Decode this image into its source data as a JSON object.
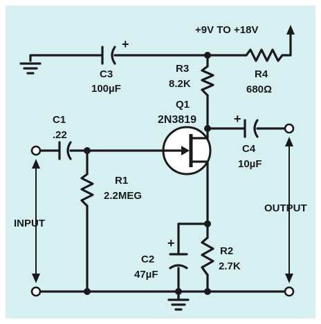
{
  "supply": {
    "label": "+9V TO +18V"
  },
  "components": {
    "c1": {
      "ref": "C1",
      "value": ".22"
    },
    "c2": {
      "ref": "C2",
      "value": "47µF"
    },
    "c3": {
      "ref": "C3",
      "value": "100µF"
    },
    "c4": {
      "ref": "C4",
      "value": "10µF"
    },
    "r1": {
      "ref": "R1",
      "value": "2.2MEG"
    },
    "r2": {
      "ref": "R2",
      "value": "2.7K"
    },
    "r3": {
      "ref": "R3",
      "value": "8.2K"
    },
    "r4": {
      "ref": "R4",
      "value": "680Ω"
    },
    "q1": {
      "ref": "Q1",
      "part": "2N3819"
    }
  },
  "ports": {
    "input": "INPUT",
    "output": "OUTPUT"
  },
  "polarity": {
    "plus": "+"
  },
  "colors": {
    "background": "#d6f0f2",
    "ink": "#1a1a1a"
  }
}
